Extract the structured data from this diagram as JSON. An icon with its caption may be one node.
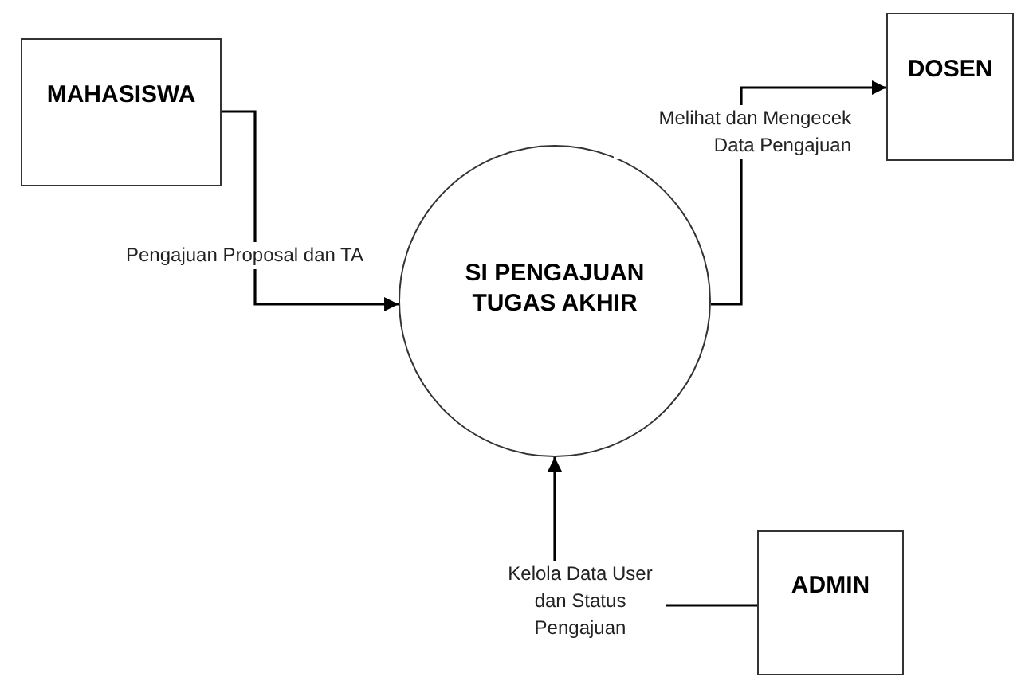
{
  "diagram": {
    "nodes": [
      {
        "text": [
          "MAHASISWA"
        ]
      },
      {
        "text": [
          "SI PENGAJUAN TUGAS AKHIR"
        ]
      },
      {
        "text": [
          "DOSEN"
        ]
      },
      {
        "text": [
          "ADMIN"
        ]
      }
    ],
    "edges": [
      {
        "from": 0,
        "to": 1,
        "arrow": "to",
        "label": "Pengajuan Proposal dan TA"
      },
      {
        "from": 1,
        "to": 2,
        "arrow": "to",
        "label": "Melihat dan Mengecek Data Pengajuan"
      },
      {
        "from": 3,
        "to": 1,
        "arrow": "to",
        "label": "Kelola Data User dan Status Pengajuan"
      }
    ]
  }
}
